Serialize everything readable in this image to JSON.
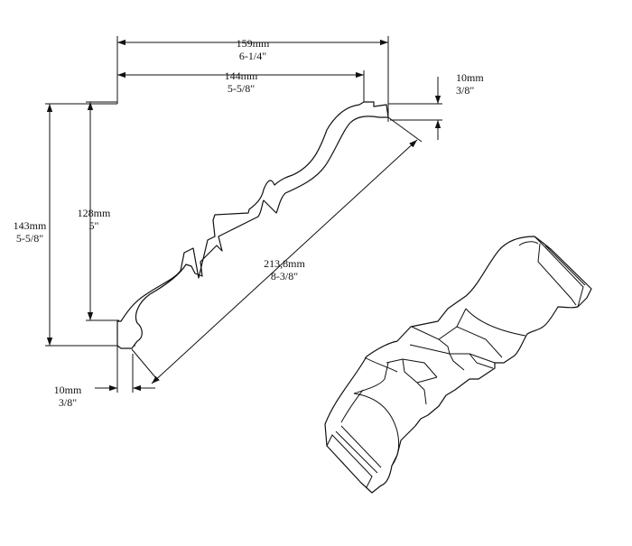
{
  "dimensions": {
    "overall_width": {
      "metric": "159mm",
      "imperial": "6-1/4\""
    },
    "face_width": {
      "metric": "144mm",
      "imperial": "5-5/8\""
    },
    "top_edge": {
      "metric": "10mm",
      "imperial": "3/8\""
    },
    "overall_height": {
      "metric": "143mm",
      "imperial": "5-5/8\""
    },
    "face_height": {
      "metric": "128mm",
      "imperial": "5\""
    },
    "diagonal": {
      "metric": "213,8mm",
      "imperial": "8-3/8\""
    },
    "bottom_edge": {
      "metric": "10mm",
      "imperial": "3/8\""
    }
  }
}
